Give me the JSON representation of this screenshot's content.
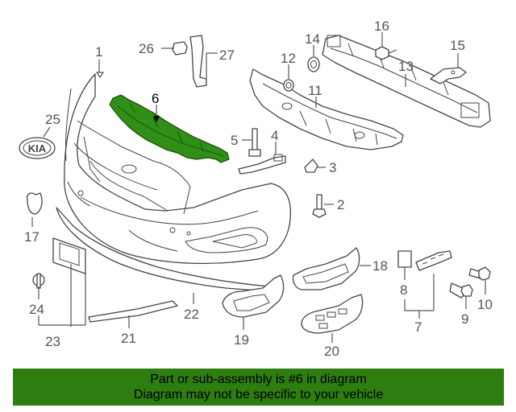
{
  "colors": {
    "highlight_part": "#2f8f16",
    "caption_background": "#2e7d10",
    "line": "#555555"
  },
  "callouts": {
    "c1": "1",
    "c2": "2",
    "c3": "3",
    "c4": "4",
    "c5": "5",
    "c6": "6",
    "c7": "7",
    "c8": "8",
    "c9": "9",
    "c10": "10",
    "c11": "11",
    "c12": "12",
    "c13": "13",
    "c14": "14",
    "c15": "15",
    "c16": "16",
    "c17": "17",
    "c18": "18",
    "c19": "19",
    "c20": "20",
    "c21": "21",
    "c22": "22",
    "c23": "23",
    "c24": "24",
    "c25": "25",
    "c26": "26",
    "c27": "27"
  },
  "emblem_text": "KIA",
  "highlighted_callout": "6",
  "caption": {
    "line1": "Part or sub-assembly is #6 in diagram",
    "line2": "Diagram may not be specific to your vehicle"
  }
}
